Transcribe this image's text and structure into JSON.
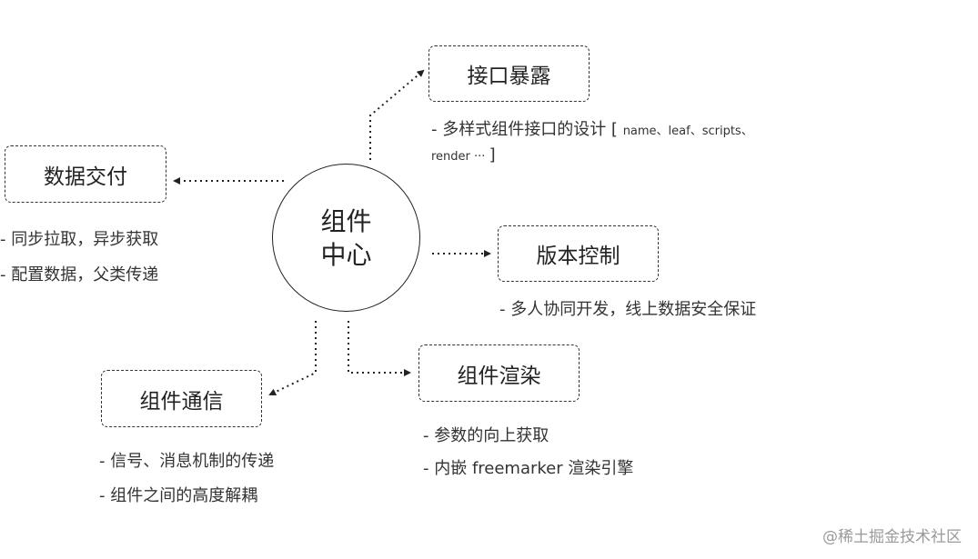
{
  "center": {
    "line1": "组件",
    "line2": "中心"
  },
  "nodes": {
    "interface": {
      "title": "接口暴露",
      "desc1_prefix": "- 多样式组件接口的设计 [ ",
      "desc1_small": "name、leaf、scripts、",
      "desc2_small": "render ··· ",
      "desc2_suffix": "]"
    },
    "data": {
      "title": "数据交付",
      "desc1": "- 同步拉取，异步获取",
      "desc2": "- 配置数据，父类传递"
    },
    "version": {
      "title": "版本控制",
      "desc1": "- 多人协同开发，线上数据安全保证"
    },
    "render": {
      "title": "组件渲染",
      "desc1": "- 参数的向上获取",
      "desc2": "- 内嵌 freemarker 渲染引擎"
    },
    "comm": {
      "title": "组件通信",
      "desc1": "- 信号、消息机制的传递",
      "desc2": "- 组件之间的高度解耦"
    }
  },
  "watermark": "@稀土掘金技术社区",
  "colors": {
    "stroke": "#222222",
    "text": "#2b2b2b",
    "watermark": "#9a9a9a"
  }
}
